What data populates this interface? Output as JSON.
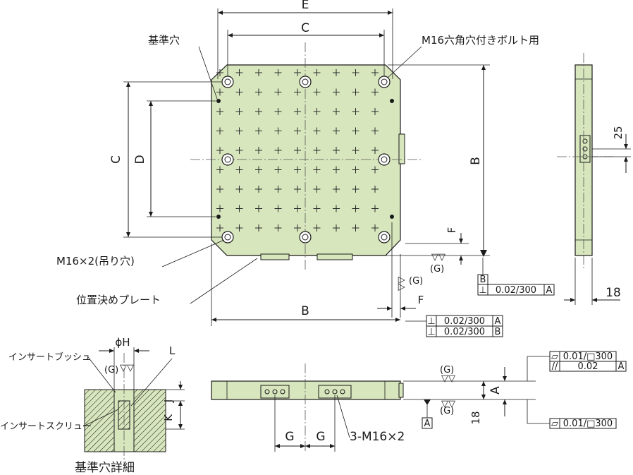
{
  "labels": {
    "E": "E",
    "C": "C",
    "D": "D",
    "B": "B",
    "F": "F",
    "A": "A",
    "G": "G",
    "L": "L",
    "J": "J",
    "K": "K",
    "phiH": "ϕH",
    "dim25": "25",
    "dim18": "18",
    "G_mark": "(G)"
  },
  "callouts": {
    "reference_hole": "基準穴",
    "bolt_hole": "M16六角穴付きボルト用",
    "lifting_hole": "M16×2(吊り穴)",
    "positioning_plate": "位置決めプレート",
    "insert_bush": "インサートブッシュ",
    "insert_screw": "インサートスクリュー",
    "side_tap": "3-M16×2",
    "detail_title": "基準穴詳細"
  },
  "tolerances": {
    "perp_symbol": "⊥",
    "perp_value": "0.02/300",
    "datum_A": "A",
    "datum_B": "B",
    "flat_symbol": "▱",
    "flat_value": "0.01/□300",
    "parallel_symbol": "//",
    "parallel_value": "0.02"
  }
}
